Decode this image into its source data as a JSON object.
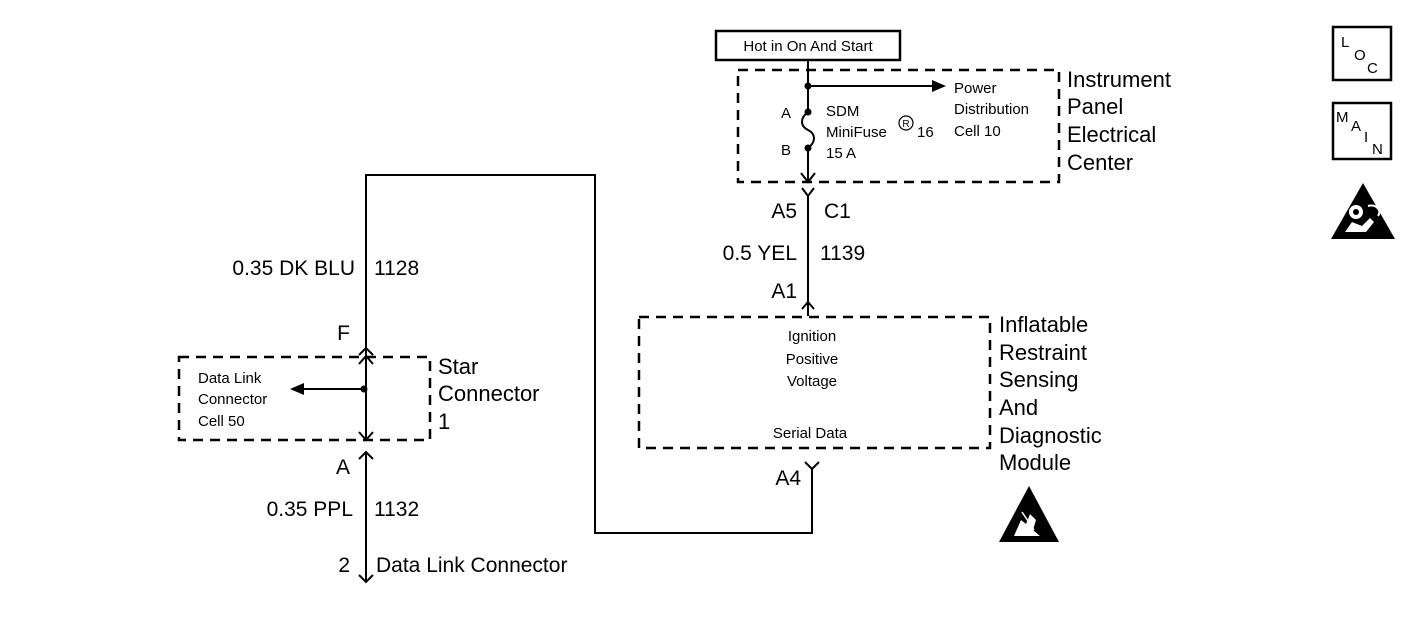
{
  "power_source": {
    "label": "Hot in On And Start"
  },
  "instrument_panel": {
    "title_lines": [
      "Instrument",
      "Panel",
      "Electrical",
      "Center"
    ],
    "fuse": {
      "pin_top": "A",
      "pin_bottom": "B",
      "name_line1": "SDM",
      "name_line2": "MiniFuse",
      "registered_mark": "R",
      "fuse_number": "16",
      "rating": "15 A"
    },
    "power_distribution_lines": [
      "Power",
      "Distribution",
      "Cell 10"
    ]
  },
  "connector_a5": {
    "left": "A5",
    "right": "C1"
  },
  "wire_yel": {
    "gauge_color": "0.5 YEL",
    "circuit": "1139"
  },
  "connector_a1": {
    "label": "A1"
  },
  "sdm_module": {
    "title_lines": [
      "Inflatable",
      "Restraint",
      "Sensing",
      "And",
      "Diagnostic",
      "Module"
    ],
    "inner_lines": [
      "Ignition",
      "Positive",
      "Voltage"
    ],
    "serial_data": "Serial Data"
  },
  "connector_a4": {
    "label": "A4"
  },
  "wire_dkblu": {
    "gauge_color": "0.35 DK BLU",
    "circuit": "1128"
  },
  "star_connector": {
    "pin_top": "F",
    "pin_bottom": "A",
    "title_lines": [
      "Star",
      "Connector",
      "1"
    ],
    "ref_lines": [
      "Data Link",
      "Connector",
      "Cell 50"
    ]
  },
  "wire_ppl": {
    "gauge_color": "0.35 PPL",
    "circuit": "1132"
  },
  "dlc": {
    "pin": "2",
    "label": "Data Link Connector"
  },
  "icons": {
    "loc": [
      "L",
      "O",
      "C"
    ],
    "main": [
      "M",
      "A",
      "I",
      "N"
    ],
    "sir_warning": "airbag-warning-icon",
    "esd_warning": "esd-warning-icon"
  }
}
